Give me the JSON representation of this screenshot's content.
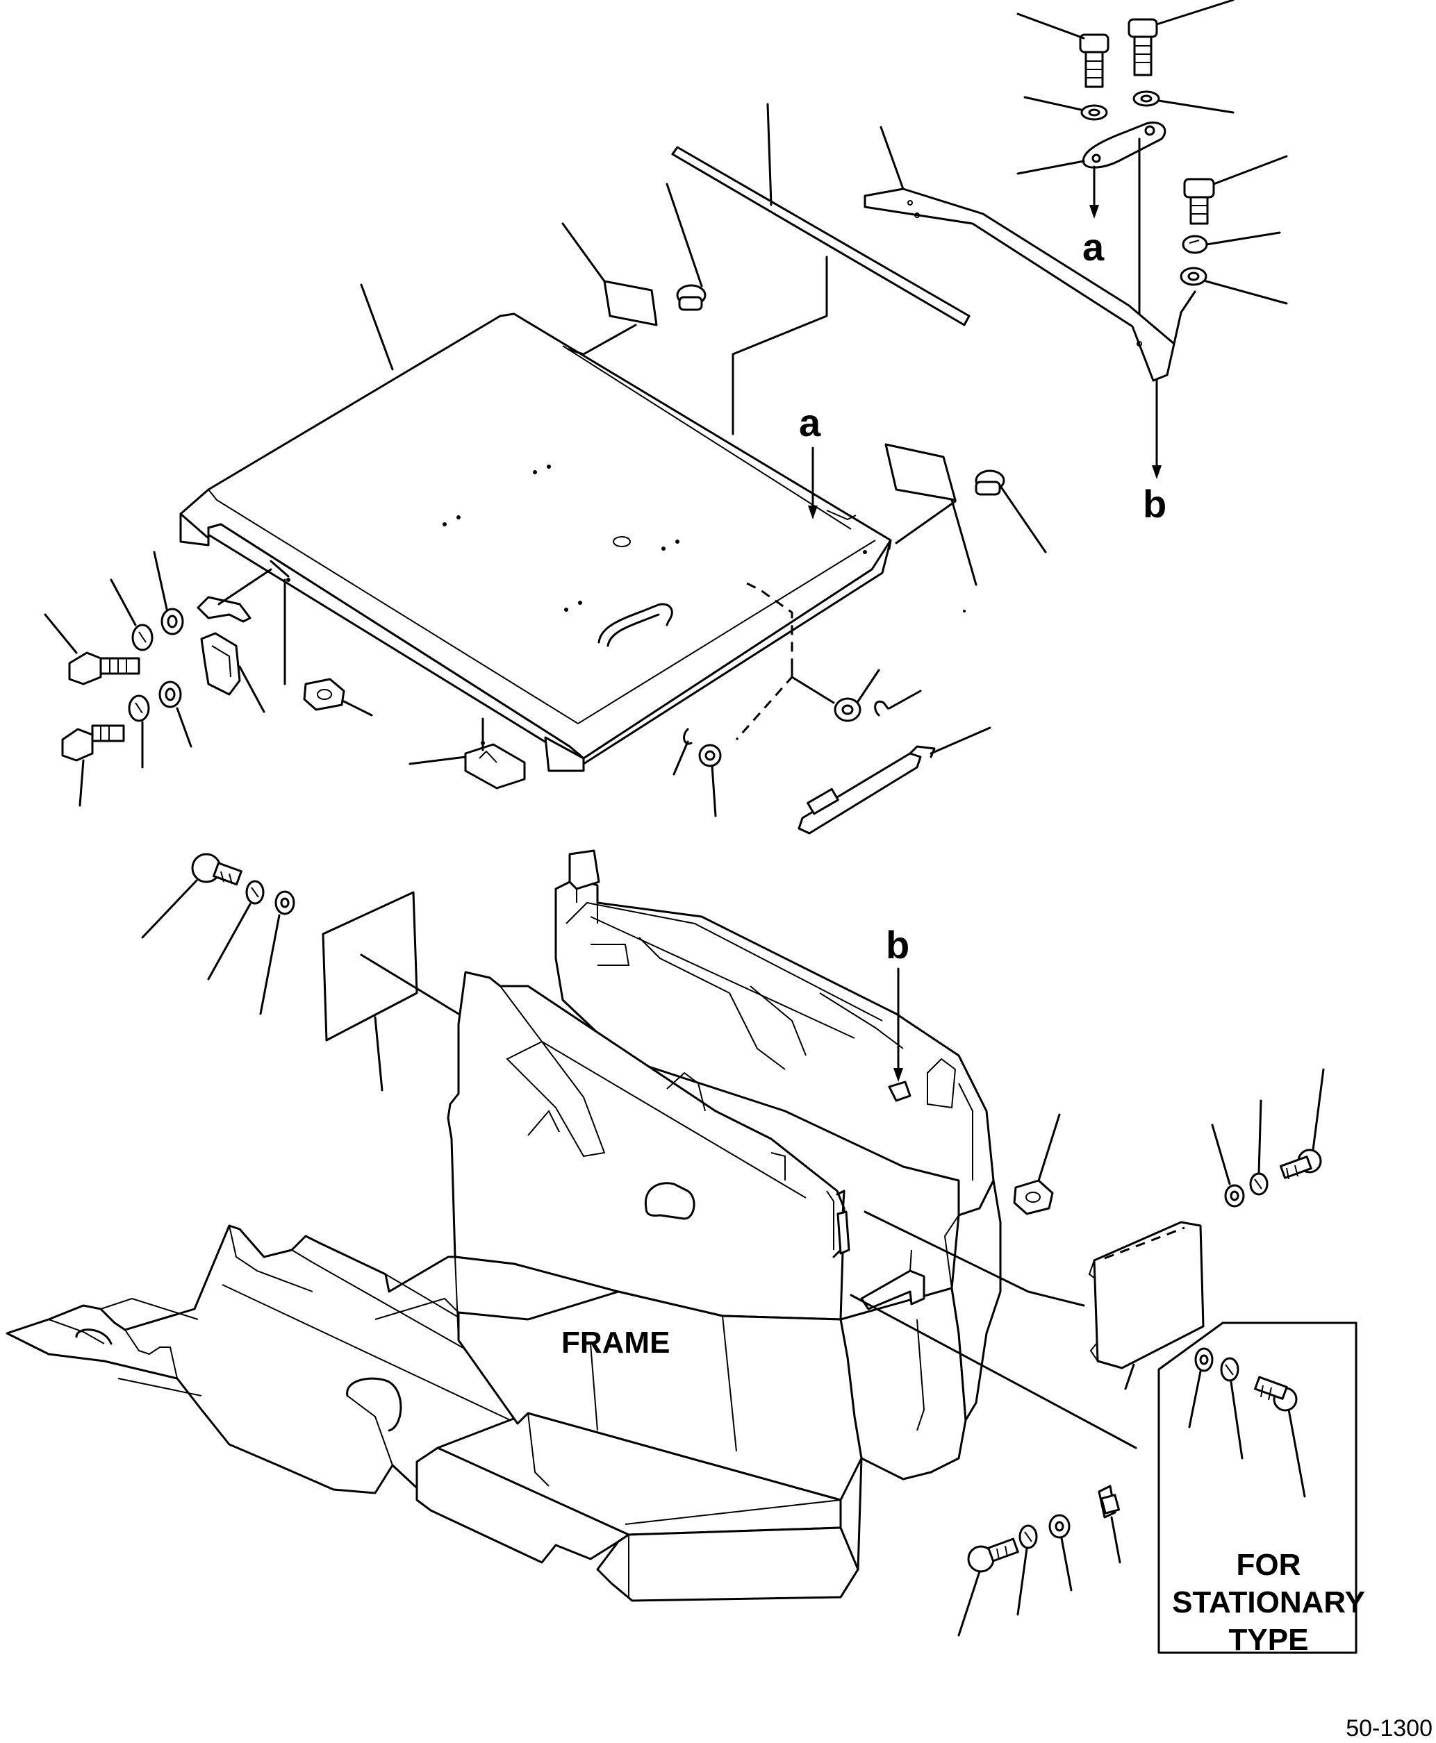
{
  "diagram": {
    "callouts": {
      "a_top": "a",
      "a_cover": "a",
      "b_top": "b",
      "b_frame": "b"
    },
    "frame_label": "FRAME",
    "stationary_label": {
      "line1": "FOR",
      "line2": "STATIONARY",
      "line3": "TYPE"
    },
    "page_code": "50-1300"
  }
}
